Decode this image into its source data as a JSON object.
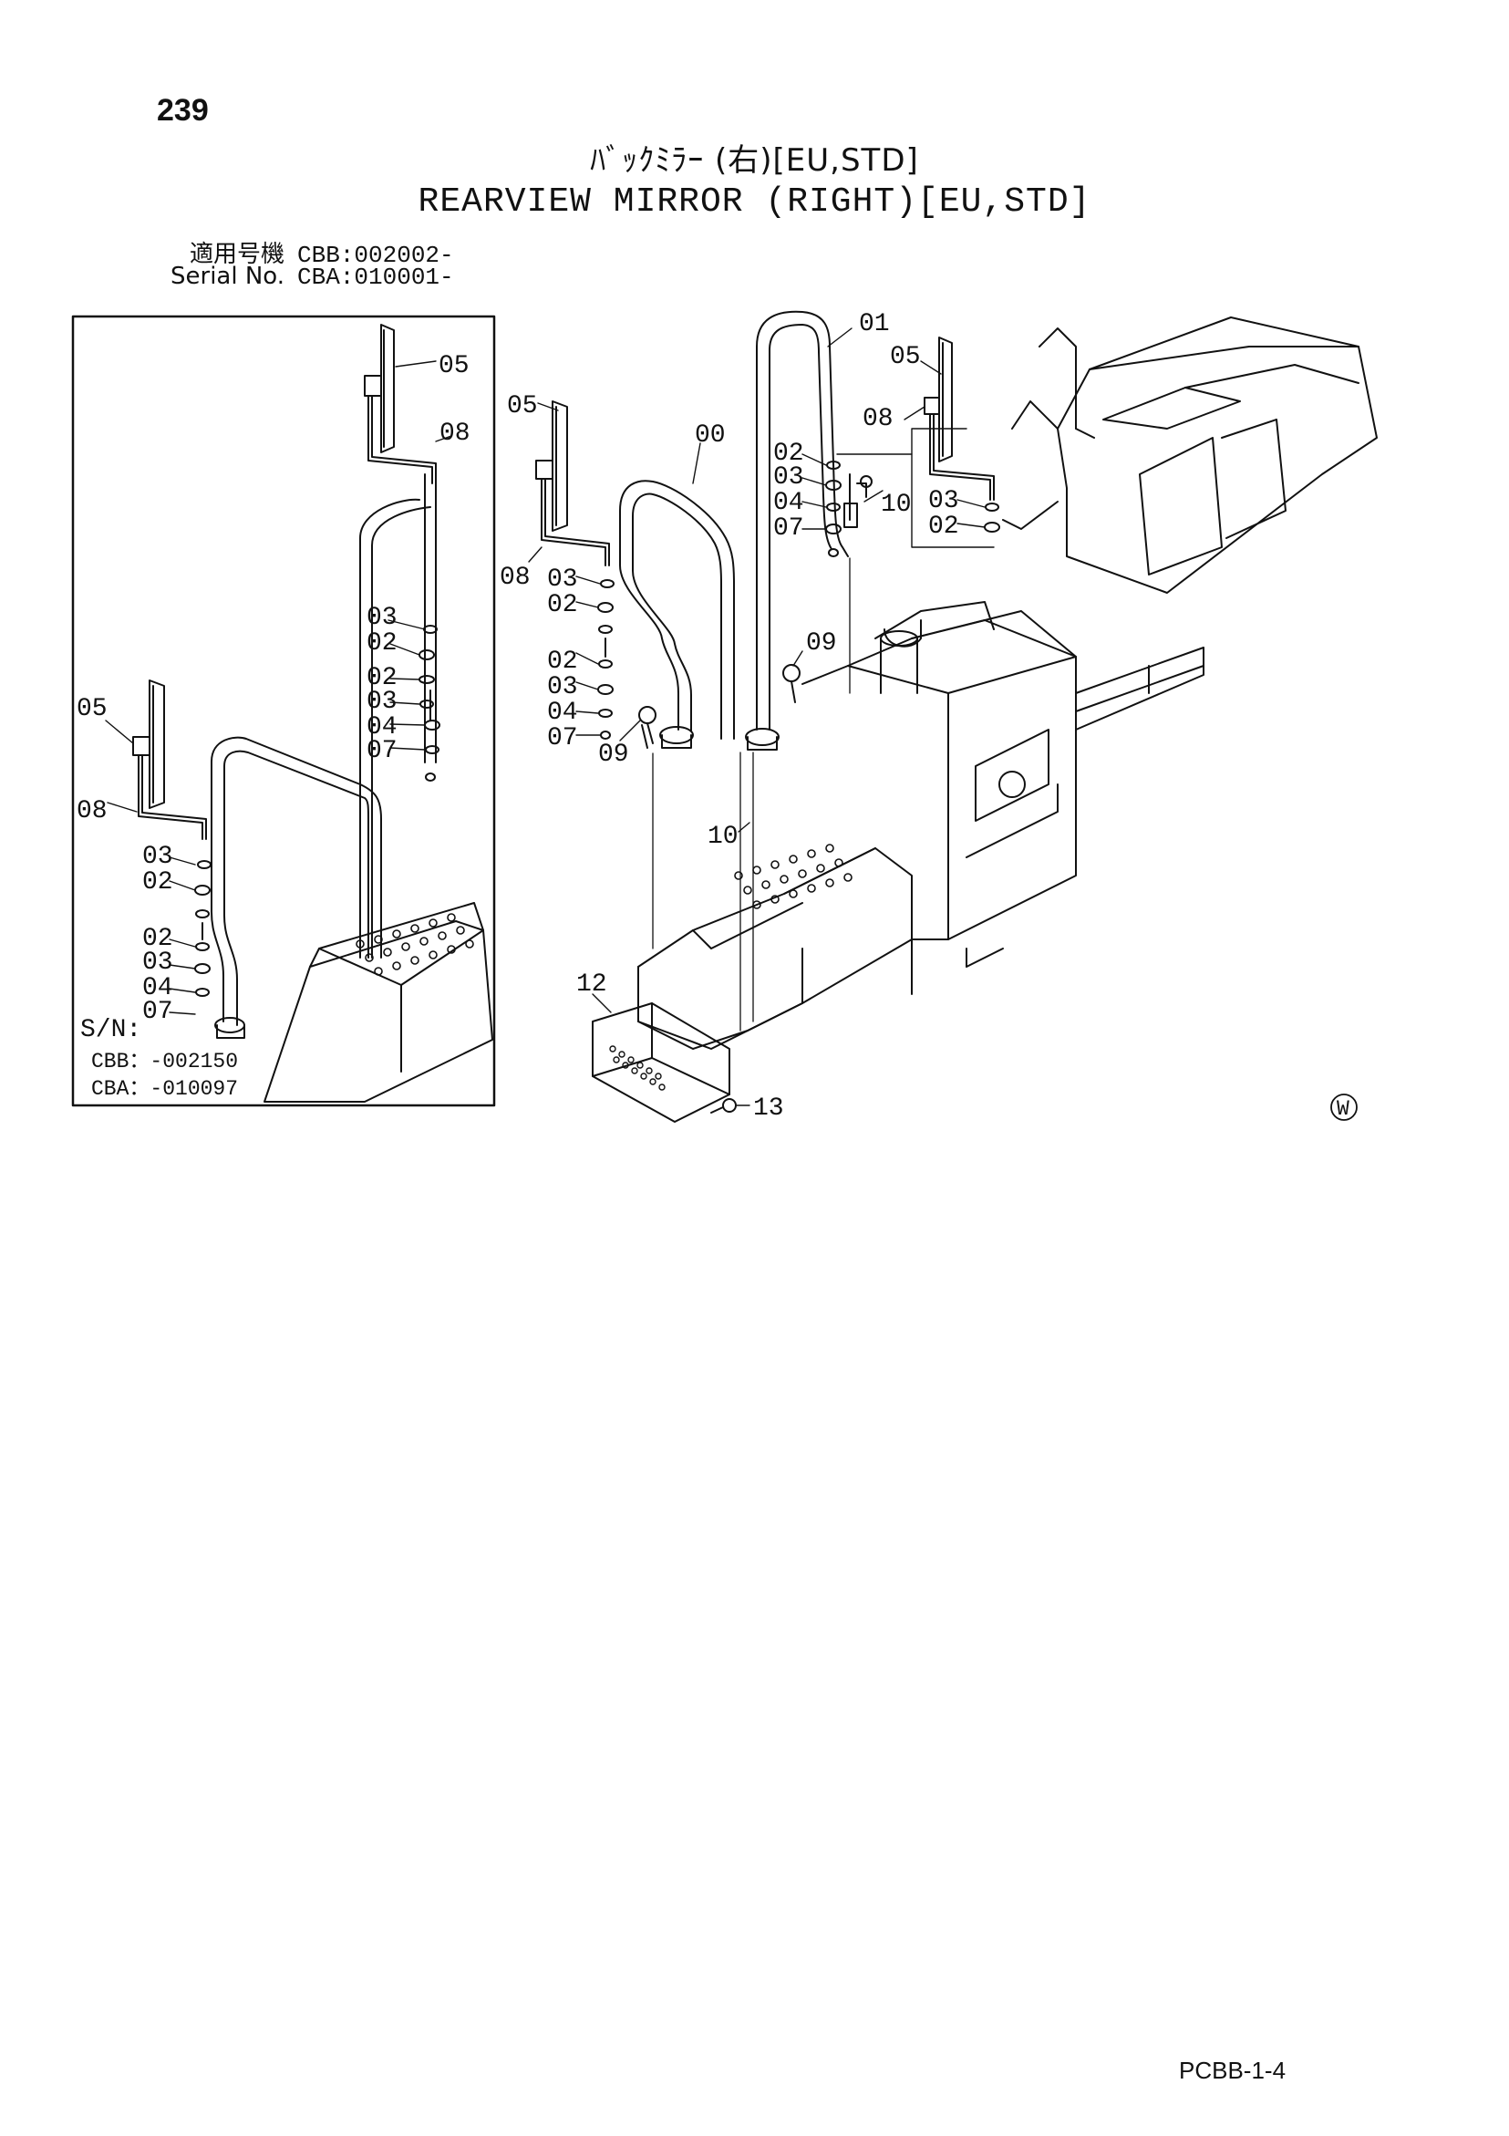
{
  "page_number": "239",
  "title_jp": "ﾊﾞｯｸﾐﾗｰ (右)[EU,STD]",
  "title_en": "REARVIEW MIRROR (RIGHT)[EU,STD]",
  "serials": [
    {
      "label": "適用号機",
      "value": "CBB:002002-"
    },
    {
      "label": "Serial No.",
      "value": "CBA:010001-"
    }
  ],
  "inset": {
    "callouts": {
      "c05a": "05",
      "c08a": "08",
      "c03a": "03",
      "c02a": "02",
      "c02b": "02",
      "c03b": "03",
      "c04a": "04",
      "c07a": "07",
      "c05b": "05",
      "c08b": "08",
      "c03c": "03",
      "c02c": "02",
      "c02d": "02",
      "c03d": "03",
      "c04b": "04",
      "c07b": "07"
    },
    "sn_label": "S/N:",
    "sn_cbb": "CBB：-002150",
    "sn_cba": "CBA：-010097"
  },
  "main": {
    "callouts": {
      "m05a": "05",
      "m08a": "08",
      "m00": "00",
      "m03a": "03",
      "m02a": "02",
      "m02b": "02",
      "m03b": "03",
      "m04a": "04",
      "m07a": "07",
      "m09a": "09",
      "m01": "01",
      "m02c": "02",
      "m03c": "03",
      "m04b": "04",
      "m07b": "07",
      "m10a": "10",
      "m05b": "05",
      "m08b": "08",
      "m03d": "03",
      "m02d": "02",
      "m09b": "09",
      "m10b": "10",
      "m12": "12",
      "m13": "13"
    },
    "w_symbol": "W"
  },
  "catalog_code": "PCBB-1-4"
}
